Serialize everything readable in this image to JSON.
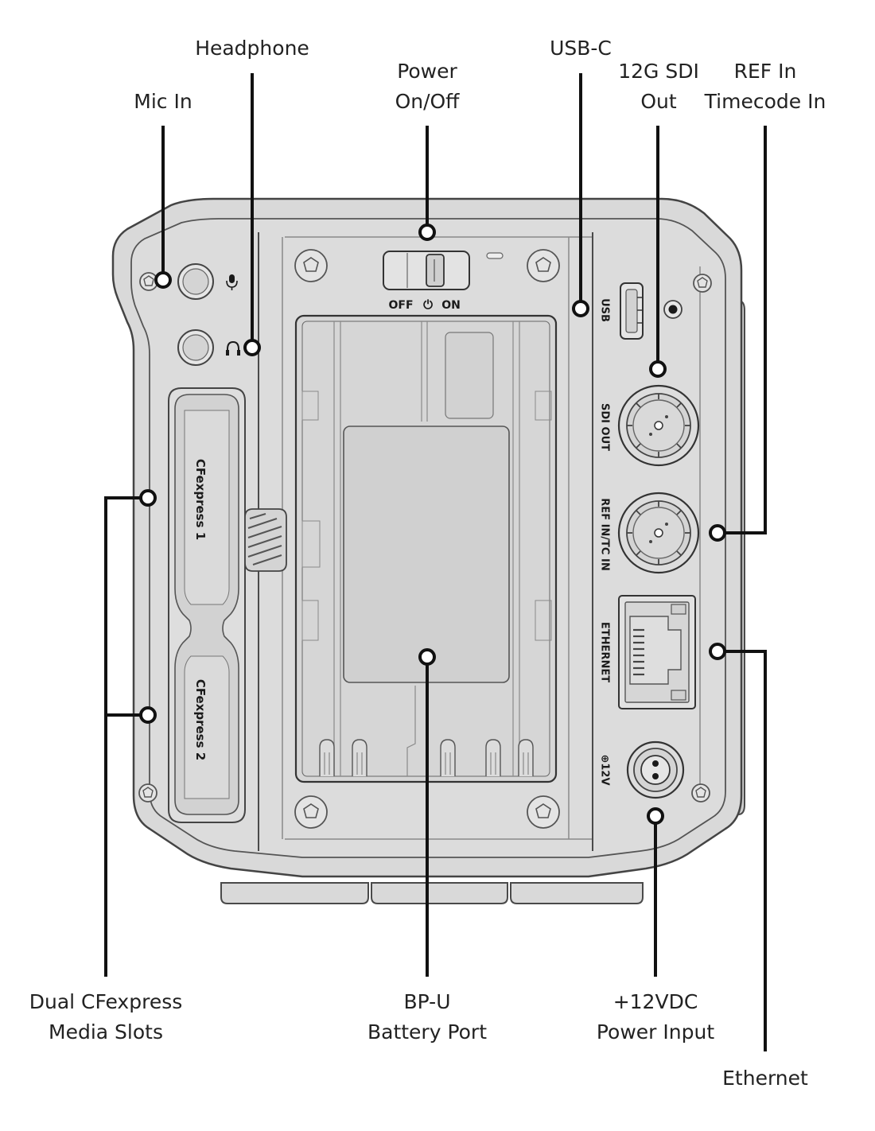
{
  "callouts": {
    "mic_in": "Mic In",
    "headphone": "Headphone",
    "power_line1": "Power",
    "power_line2": "On/Off",
    "usb_c": "USB-C",
    "sdi_line1": "12G SDI",
    "sdi_line2": "Out",
    "ref_line1": "REF In",
    "ref_line2": "Timecode In",
    "cfexpress_line1": "Dual CFexpress",
    "cfexpress_line2": "Media Slots",
    "battery_line1": "BP-U",
    "battery_line2": "Battery Port",
    "power_input_line1": "+12VDC",
    "power_input_line2": "Power Input",
    "ethernet": "Ethernet"
  },
  "panel_labels": {
    "off": "OFF",
    "power_symbol": "⏻",
    "on": "ON",
    "usb": "USB",
    "sdi_out": "SDI OUT",
    "ref_tc_in": "REF IN/TC IN",
    "ethernet": "ETHERNET",
    "dc_12v": "⊕12V",
    "slot1": "CFexpress 1",
    "slot2": "CFexpress 2"
  },
  "colors": {
    "body": "#d9d9d9",
    "line": "#111111",
    "background": "#ffffff"
  },
  "icons": [
    "microphone-icon",
    "headphone-icon",
    "power-icon"
  ]
}
